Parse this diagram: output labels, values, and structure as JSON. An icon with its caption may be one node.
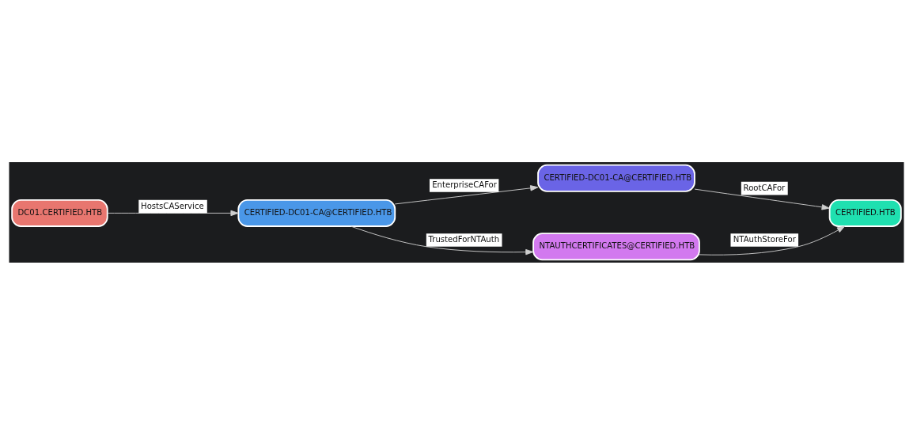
{
  "diagram": {
    "nodes": [
      {
        "text": [
          "CERTIFIED-DC01-CA@CERTIFIED.HTB"
        ]
      },
      {
        "text": [
          "CERTIFIED.HTB"
        ]
      },
      {
        "text": [
          "CERTIFIED-DC01-CA@CERTIFIED.HTB"
        ]
      },
      {
        "text": [
          "NTAUTHCERTIFICATES@CERTIFIED.HTB"
        ]
      },
      {
        "text": [
          "DC01.CERTIFIED.HTB"
        ]
      }
    ],
    "edges": [
      {
        "from": 4,
        "to": 2,
        "arrow": "to",
        "label": "HostsCAService"
      },
      {
        "from": 2,
        "to": 0,
        "arrow": "to",
        "label": "EnterpriseCAFor"
      },
      {
        "from": 0,
        "to": 1,
        "arrow": "to",
        "label": "RootCAFor"
      },
      {
        "from": 2,
        "to": 3,
        "arrow": "to",
        "label": "TrustedForNTAuth"
      },
      {
        "from": 3,
        "to": 1,
        "arrow": "to",
        "label": "NTAuthStoreFor"
      }
    ]
  }
}
